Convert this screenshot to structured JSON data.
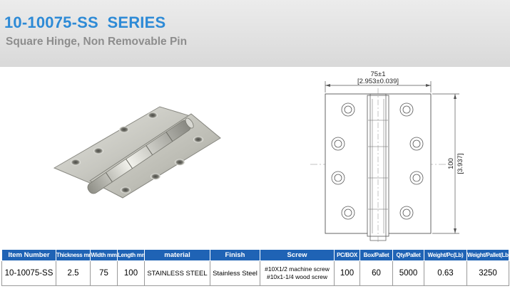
{
  "header": {
    "title": "10-10075-SS  SERIES",
    "subtitle": "Square Hinge, Non Removable Pin"
  },
  "drawing": {
    "width_dim": "75±1",
    "width_dim_inch": "[2.953±0.039]",
    "height_dim": "100",
    "height_dim_inch": "[3.937]"
  },
  "colors": {
    "title": "#2d8ad6",
    "subtitle": "#8d8d8d",
    "table_header": "#1f63b5"
  },
  "specs": {
    "headers": {
      "item_number": "Item Number",
      "thickness": "Thickness mm",
      "width": "Width mm",
      "length": "Length mm",
      "material": "material",
      "finish": "Finish",
      "screw": "Screw",
      "pc_box": "PC/BOX",
      "box_pallet": "Box/Pallet",
      "qty_pallet": "Qty/Pallet",
      "weight_pc": "Weight/Pc(Lb)",
      "weight_pallet": "Weight/Pallet(Lb)"
    },
    "row": {
      "item_number": "10-10075-SS",
      "thickness": "2.5",
      "width": "75",
      "length": "100",
      "material": "STAINLESS STEEL",
      "finish": "Stainless Steel",
      "screw_line1": "#10X1/2 machine screw",
      "screw_line2": "#10x1-1/4 wood screw",
      "pc_box": "100",
      "box_pallet": "60",
      "qty_pallet": "5000",
      "weight_pc": "0.63",
      "weight_pallet": "3250"
    }
  }
}
